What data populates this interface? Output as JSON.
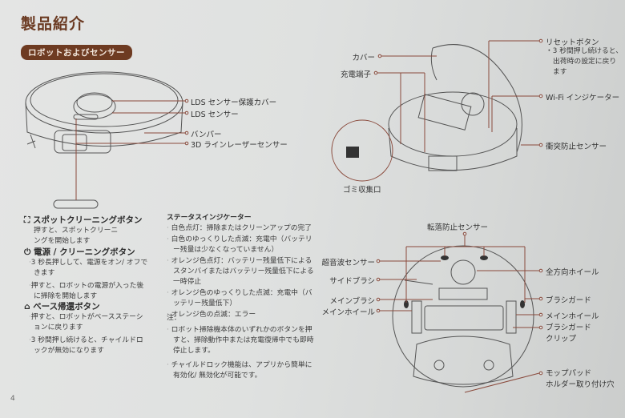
{
  "page": {
    "title": "製品紹介",
    "section_badge": "ロボットおよびセンサー",
    "page_number": "4"
  },
  "top_view_labels": {
    "lds_cover": "LDS センサー保護カバー",
    "lds_sensor": "LDS センサー",
    "bumper": "バンパー",
    "laser_3d": "3D ラインレーザーセンサー"
  },
  "buttons": {
    "spot": {
      "icon": "spot-clean-icon",
      "title": "スポットクリーニングボタン",
      "lines": [
        "押すと、スポットクリーニ",
        "ングを開始します"
      ]
    },
    "power": {
      "icon": "power-icon",
      "title": "電源 / クリーニングボタン",
      "items": [
        [
          "3 秒長押しして、電源をオン/ オフで",
          "きます"
        ],
        [
          "押すと、ロボットの電源が入った後",
          "に掃除を開始します"
        ]
      ]
    },
    "home": {
      "icon": "home-icon",
      "title": "ベース帰還ボタン",
      "items": [
        [
          "押すと、ロボットがベースステーシ",
          "ョンに戻ります"
        ],
        [
          "3 秒間押し続けると、チャイルドロ",
          "ックが無効になります"
        ]
      ]
    }
  },
  "status_indicator": {
    "title": "ステータスインジケーター",
    "items": [
      [
        "白色点灯：掃除またはクリーンアップの完了"
      ],
      [
        "白色のゆっくりした点滅：充電中（バッテリ",
        "ー残量は少なくなっていません）"
      ],
      [
        "オレンジ色点灯：バッテリー残量低下による",
        "スタンバイまたはバッテリー残量低下による",
        "一時停止"
      ],
      [
        "オレンジ色のゆっくりした点滅：充電中（バ",
        "ッテリー残量低下）"
      ],
      [
        "オレンジ色の点滅：エラー"
      ]
    ]
  },
  "notes": {
    "title": "注：",
    "items": [
      [
        "ロボット掃除機本体のいずれかのボタンを押",
        "すと、掃除動作中または充電復帰中でも即時",
        "停止します。"
      ],
      [
        "チャイルドロック機能は、アプリから簡単に",
        "有効化/ 無効化が可能です。"
      ]
    ]
  },
  "open_view_labels": {
    "cover": "カバー",
    "charging_contacts": "充電端子",
    "dust_outlet": "ゴミ収集口",
    "reset_button": "リセットボタン",
    "reset_desc": [
      "・3 秒間押し続けると、",
      "出荷時の設定に戻り",
      "ます"
    ],
    "wifi_indicator": "Wi-Fi インジケーター",
    "collision_sensor": "衝突防止センサー"
  },
  "bottom_view_labels": {
    "cliff_sensor": "転落防止センサー",
    "ultrasonic": "超音波センサー",
    "side_brush": "サイドブラシ",
    "main_brush": "メインブラシ",
    "main_wheel_left": "メインホイール",
    "omni_wheel": "全方向ホイール",
    "brush_guard": "ブラシガード",
    "main_wheel_right": "メインホイール",
    "brush_guard_clip": [
      "ブラシガード",
      "クリップ"
    ],
    "mop_holder": [
      "モップパッド",
      "ホルダー取り付け穴"
    ]
  },
  "colors": {
    "accent_brown": "#6e3b22",
    "leader_line": "#8a4a3c",
    "paper": "#e0e2e1"
  }
}
